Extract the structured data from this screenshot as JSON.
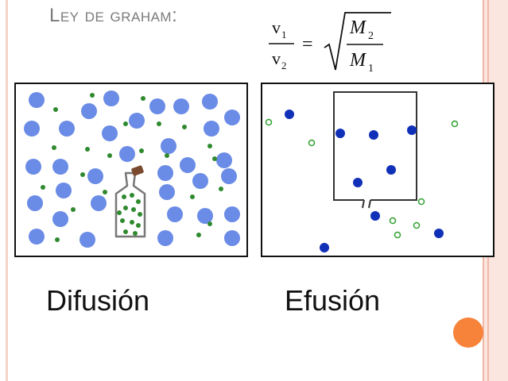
{
  "title": "Ley de graham:",
  "formula": {
    "lhs_num": "v",
    "lhs_num_sub": "1",
    "lhs_den": "v",
    "lhs_den_sub": "2",
    "equals": "=",
    "rhs_num": "M",
    "rhs_num_sub": "2",
    "rhs_den": "M",
    "rhs_den_sub": "1"
  },
  "captions": {
    "left": "Difusión",
    "right": "Efusión"
  },
  "colors": {
    "large_particle": "#6a8be6",
    "small_particle": "#2f8a2f",
    "effusion_dark": "#1030b8",
    "effusion_light": "#2ea02e",
    "bottle_cap": "#7a4a2e",
    "accent": "#f7833a"
  }
}
